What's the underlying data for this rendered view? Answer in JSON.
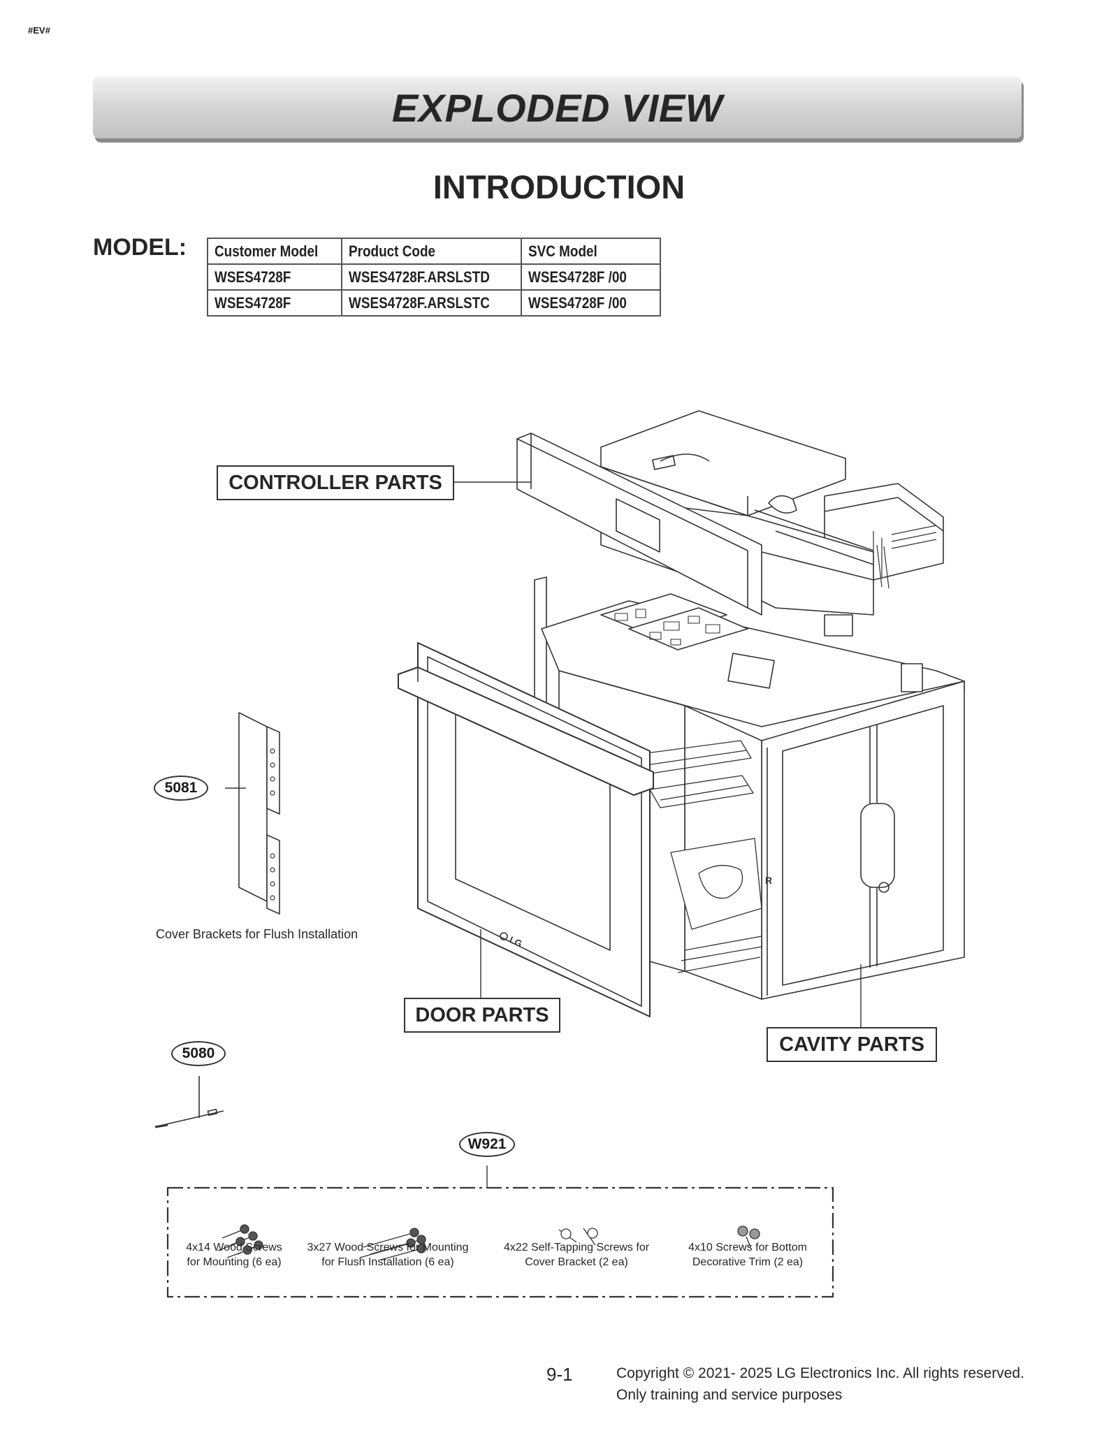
{
  "doc_tag": "#EV#",
  "banner_title": "EXPLODED VIEW",
  "section_title": "INTRODUCTION",
  "model_label": "MODEL:",
  "model_table": {
    "headers": [
      "Customer Model",
      "Product Code",
      "SVC Model"
    ],
    "rows": [
      [
        "WSES4728F",
        "WSES4728F.ARSLSTD",
        "WSES4728F /00"
      ],
      [
        "WSES4728F",
        "WSES4728F.ARSLSTC",
        "WSES4728F /00"
      ]
    ]
  },
  "diagram": {
    "group_labels": {
      "controller": "CONTROLLER PARTS",
      "door": "DOOR PARTS",
      "cavity": "CAVITY PARTS"
    },
    "part_callouts": {
      "brackets": "5081",
      "probe": "5080",
      "screws": "W921"
    },
    "bracket_caption": "Cover Brackets for Flush Installation",
    "oven_marks": {
      "brand": "LG",
      "side_mark": "R"
    }
  },
  "screw_kit": [
    {
      "line1": "4x14 Wood Screws",
      "line2": "for Mounting (6 ea)"
    },
    {
      "line1": "3x27 Wood Screws for Mounting",
      "line2": "for Flush Installation (6 ea)"
    },
    {
      "line1": "4x22 Self-Tapping Screws for",
      "line2": "Cover Bracket (2 ea)"
    },
    {
      "line1": "4x10 Screws for Bottom",
      "line2": "Decorative Trim (2 ea)"
    }
  ],
  "footer": {
    "page_number": "9-1",
    "copyright": "Copyright © 2021- 2025 LG Electronics Inc. All rights reserved.",
    "note": "Only training and service purposes"
  }
}
